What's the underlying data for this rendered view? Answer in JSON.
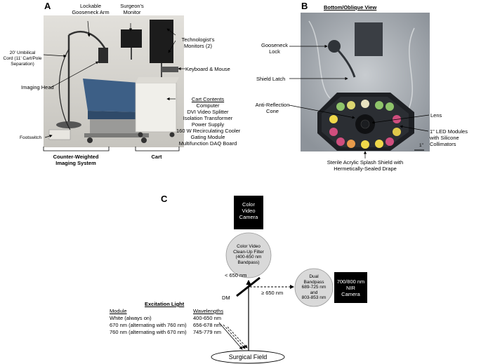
{
  "panelA": {
    "letter": "A",
    "gooseneck": [
      "Lockable",
      "Gooseneck Arm"
    ],
    "surgeon_monitor": [
      "Surgeon's",
      "Monitor"
    ],
    "tech_monitors": [
      "Technologist's",
      "Monitors (2)"
    ],
    "umbilical": [
      "20' Umbilical",
      "Cord (11' Cart/Pole",
      "Separation)"
    ],
    "keyboard": "Keyboard & Mouse",
    "imaging_head": "Imaging Head",
    "cart_contents_title": "Cart Contents",
    "cart_contents": [
      "Computer",
      "DVI Video Splitter",
      "Isolation Transformer",
      "Power Supply",
      "160 W Recirculating Cooler",
      "Gating Module",
      "Multifunction DAQ Board"
    ],
    "footswitch": "Footswitch",
    "counter_weighted": [
      "Counter-Weighted",
      "Imaging System"
    ],
    "cart": "Cart"
  },
  "panelB": {
    "letter": "B",
    "title": "Bottom/Oblique View",
    "gooseneck_lock": [
      "Gooseneck",
      "Lock"
    ],
    "shield_latch": "Shield Latch",
    "anti_reflection": [
      "Anti-Reflection",
      "Cone"
    ],
    "lens": "Lens",
    "led_modules": [
      "1\" LED Modules",
      "with Silicone",
      "Collimators"
    ],
    "scale": "1\"",
    "splash_shield": [
      "Sterile Acrylic Splash Shield with",
      "Hermetically-Sealed Drape"
    ]
  },
  "panelC": {
    "letter": "C",
    "color_camera": [
      "Color",
      "Video",
      "Camera"
    ],
    "cleanup_filter": [
      "Color Video",
      "Clean-Up Filter",
      "(400-650 nm",
      "Bandpass)"
    ],
    "lt650": "< 650 nm",
    "ge650": "≥ 650 nm",
    "dm": "DM",
    "dual_bandpass": [
      "Dual",
      "Bandpass",
      "689-725 nm",
      "and",
      "803-853 nm"
    ],
    "nir_camera": [
      "700/800 nm",
      "NIR",
      "Camera"
    ],
    "excitation_title": "Excitation Light",
    "module_header": "Module",
    "wavelength_header": "Wavelengths",
    "modules": [
      {
        "name": "White (always on)",
        "range": "400-650 nm"
      },
      {
        "name": "670 nm (alternating with 760 nm)",
        "range": "656-678 nm"
      },
      {
        "name": "760 nm (alternating with 670 nm)",
        "range": "745-779 nm"
      }
    ],
    "surgical_field": "Surgical Field"
  },
  "colors": {
    "photo_bg_a": "#d9d7d2",
    "photo_bg_b": "#a9aeb3",
    "table_blue": "#3d5f86",
    "cart_white": "#f0efea",
    "circle_fill": "#d9d9d9",
    "box_fill": "#000000"
  }
}
